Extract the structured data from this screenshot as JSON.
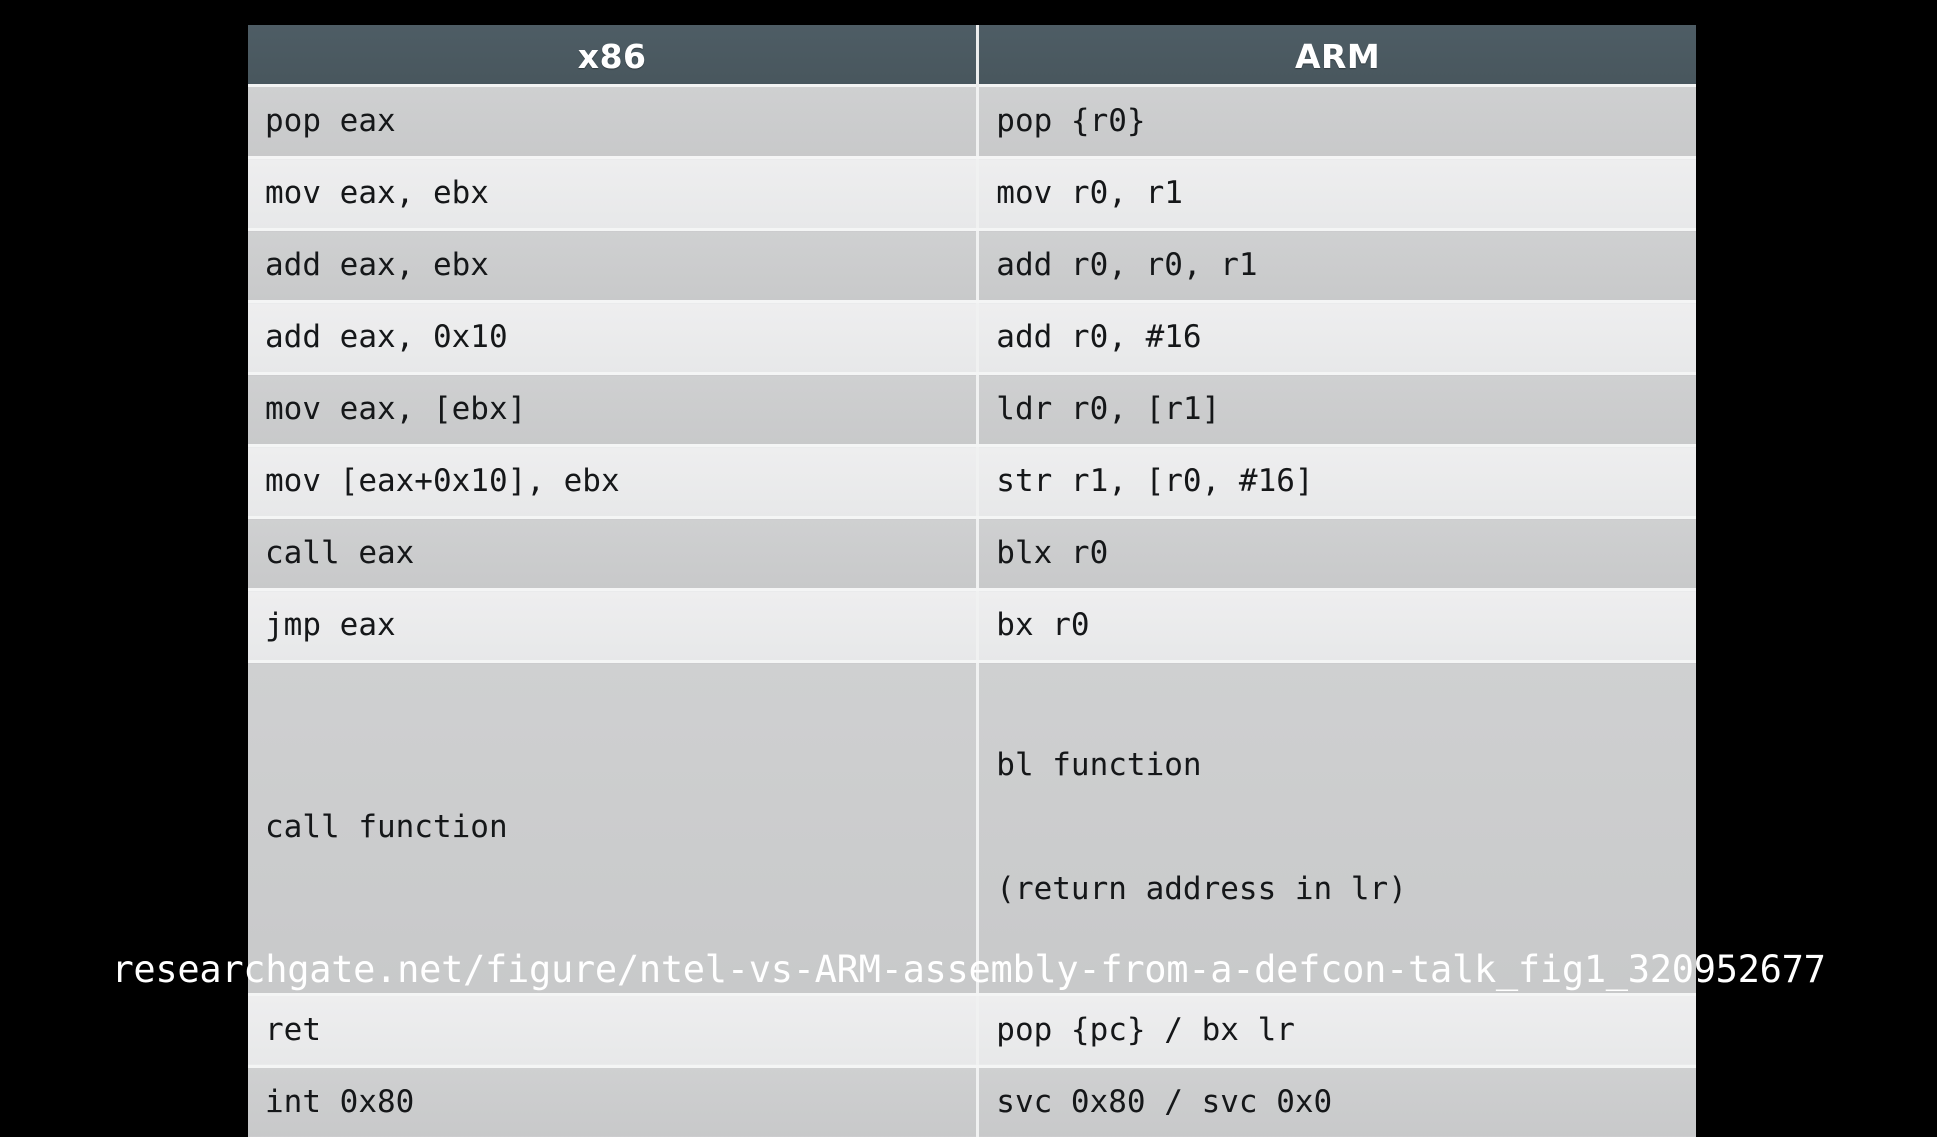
{
  "table": {
    "columns": [
      {
        "key": "x86",
        "label": "x86"
      },
      {
        "key": "arm",
        "label": "ARM"
      }
    ],
    "rows": [
      {
        "x86": "pop eax",
        "arm_line1": "pop {r0}",
        "arm_line2": ""
      },
      {
        "x86": "mov eax, ebx",
        "arm_line1": "mov r0, r1",
        "arm_line2": ""
      },
      {
        "x86": "add eax, ebx",
        "arm_line1": "add r0, r0, r1",
        "arm_line2": ""
      },
      {
        "x86": "add eax, 0x10",
        "arm_line1": "add r0, #16",
        "arm_line2": ""
      },
      {
        "x86": "mov eax, [ebx]",
        "arm_line1": "ldr r0, [r1]",
        "arm_line2": ""
      },
      {
        "x86": "mov [eax+0x10], ebx",
        "arm_line1": "str r1, [r0, #16]",
        "arm_line2": ""
      },
      {
        "x86": "call eax",
        "arm_line1": "blx r0",
        "arm_line2": ""
      },
      {
        "x86": "jmp eax",
        "arm_line1": "bx r0",
        "arm_line2": ""
      },
      {
        "x86": "call function",
        "arm_line1": "bl function",
        "arm_line2": "(return address in lr)"
      },
      {
        "x86": "ret",
        "arm_line1": "pop {pc} / bx lr",
        "arm_line2": ""
      },
      {
        "x86": "int 0x80",
        "arm_line1": "svc 0x80 / svc 0x0",
        "arm_line2": ""
      }
    ]
  },
  "caption": {
    "text": "researchgate.net/figure/ntel-vs-ARM-assembly-from-a-defcon-talk_fig1_320952677"
  },
  "colors": {
    "background": "#000000",
    "header_bg": "#4b5a61",
    "header_text": "#ffffff",
    "row_odd_bg": "#cfd0d1",
    "row_even_bg": "#eeeeef",
    "row_divider": "#f4f5f5",
    "cell_text": "#151719",
    "caption_text": "#ffffff"
  }
}
